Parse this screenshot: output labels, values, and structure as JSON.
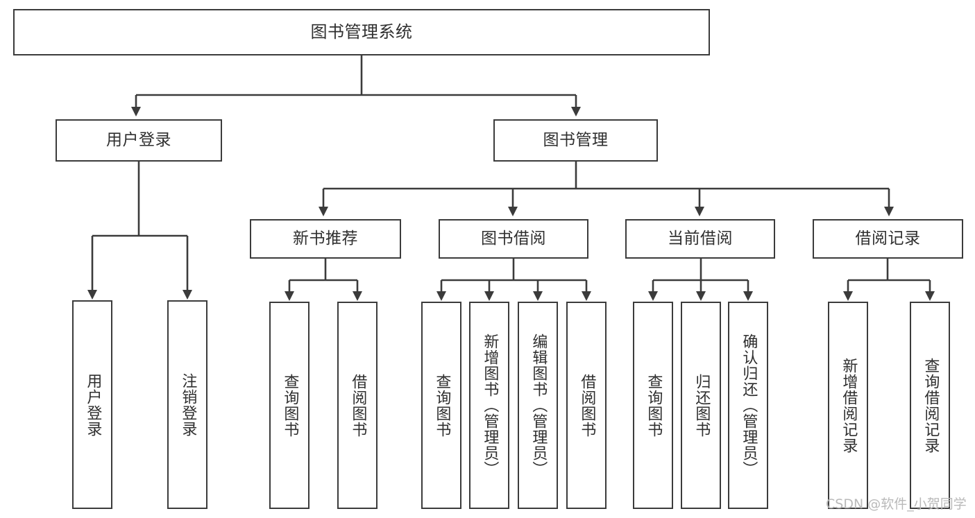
{
  "diagram": {
    "title": "图书管理系统",
    "type": "tree-hierarchy",
    "orientation": "top-down",
    "background_color": "#ffffff",
    "box_border_color": "#3b3b3b",
    "text_color": "#2f2f2f",
    "edge_color": "#3b3b3b"
  },
  "nodes": {
    "root": {
      "label": "图书管理系统"
    },
    "level1": [
      {
        "id": "user-login",
        "label": "用户登录"
      },
      {
        "id": "book-manage",
        "label": "图书管理"
      }
    ],
    "level2": [
      {
        "id": "new-book-rec",
        "label": "新书推荐"
      },
      {
        "id": "book-borrow",
        "label": "图书借阅"
      },
      {
        "id": "current-borrow",
        "label": "当前借阅"
      },
      {
        "id": "borrow-record",
        "label": "借阅记录"
      }
    ],
    "leaves": {
      "user_login": [
        {
          "id": "leaf-user-login",
          "label": "用户登录"
        },
        {
          "id": "leaf-logout",
          "label": "注销登录"
        }
      ],
      "new_book_rec": [
        {
          "id": "leaf-query-book-1",
          "label": "查询图书"
        },
        {
          "id": "leaf-borrow-book-1",
          "label": "借阅图书"
        }
      ],
      "book_borrow": [
        {
          "id": "leaf-query-book-2",
          "label": "查询图书"
        },
        {
          "id": "leaf-add-book",
          "label": "新增图书（管理员）"
        },
        {
          "id": "leaf-edit-book",
          "label": "编辑图书（管理员）"
        },
        {
          "id": "leaf-borrow-book-2",
          "label": "借阅图书"
        }
      ],
      "current_borrow": [
        {
          "id": "leaf-query-book-3",
          "label": "查询图书"
        },
        {
          "id": "leaf-return-book",
          "label": "归还图书"
        },
        {
          "id": "leaf-confirm-return",
          "label": "确认归还（管理员）"
        }
      ],
      "borrow_record": [
        {
          "id": "leaf-add-record",
          "label": "新增借阅记录"
        },
        {
          "id": "leaf-query-record",
          "label": "查询借阅记录"
        }
      ]
    }
  },
  "watermark": {
    "text": "CSDN @软件_小贺同学"
  }
}
